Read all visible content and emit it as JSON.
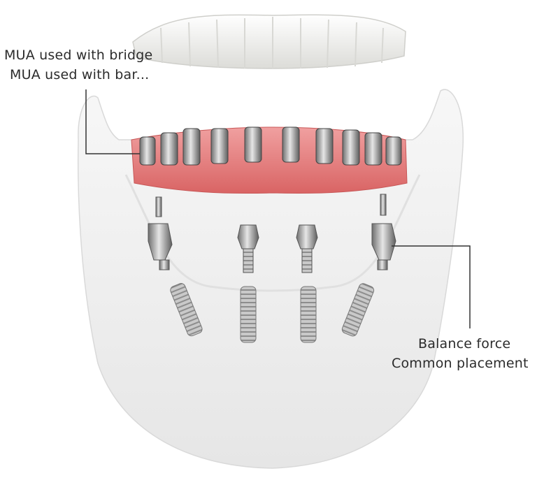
{
  "callouts": {
    "upper_left": {
      "line1": "MUA used with bridge",
      "line2": "MUA used with bar..."
    },
    "lower_right": {
      "line1": "Balance force",
      "line2": "Common placement"
    }
  },
  "colors": {
    "jaw": "#f1f1f1",
    "gum": "#e47a7a",
    "metal": "#9a9a9a",
    "tooth": "#f4f4f2",
    "leader_line": "#333333",
    "text": "#2b2b2b"
  }
}
